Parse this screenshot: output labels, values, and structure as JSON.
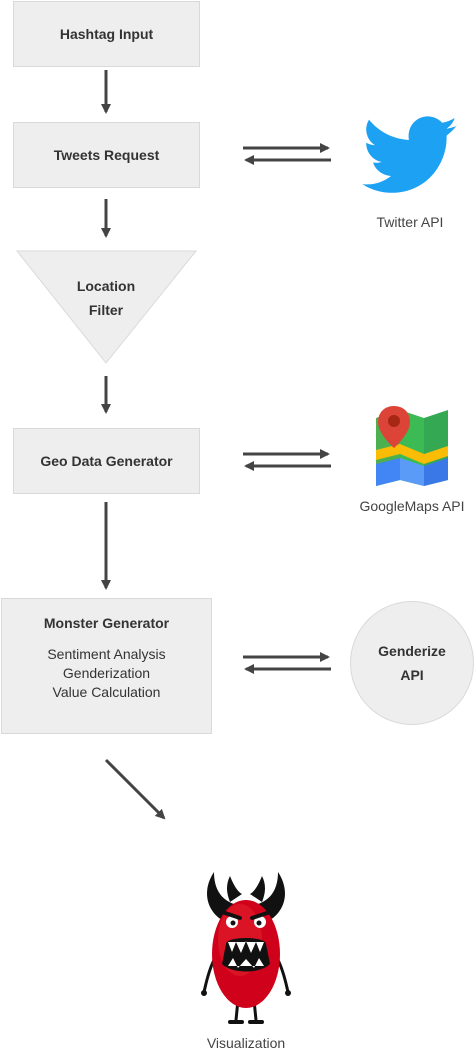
{
  "nodes": {
    "hashtag_input": "Hashtag Input",
    "tweets_request": "Tweets Request",
    "location_filter": [
      "Location",
      "Filter"
    ],
    "geo_data_generator": "Geo Data Generator",
    "monster_generator": {
      "title": "Monster Generator",
      "steps": [
        "Sentiment Analysis",
        "Genderization",
        "Value Calculation"
      ]
    },
    "visualization": "Visualization"
  },
  "apis": {
    "twitter": "Twitter API",
    "googlemaps": "GoogleMaps API",
    "genderize": [
      "Genderize",
      "API"
    ]
  },
  "colors": {
    "box_fill": "#eeeeee",
    "arrow": "#444444",
    "twitter_blue": "#1da1f2",
    "monster_red": "#d0021b"
  },
  "icons": {
    "twitter": "twitter-bird-icon",
    "googlemaps": "google-maps-icon",
    "visualization": "red-monster-icon"
  }
}
